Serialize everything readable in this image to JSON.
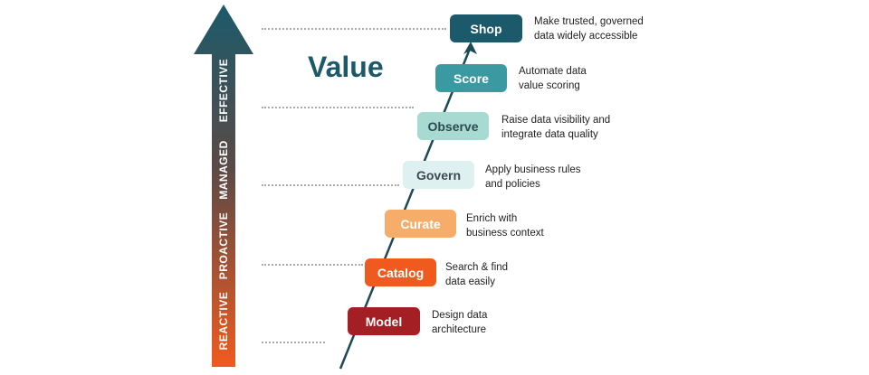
{
  "title": "Value",
  "stages": [
    {
      "label": "REACTIVE"
    },
    {
      "label": "PROACTIVE"
    },
    {
      "label": "MANAGED"
    },
    {
      "label": "EFFECTIVE"
    }
  ],
  "steps": [
    {
      "label": "Model",
      "color": "#a31f24",
      "text_color": "#ffffff",
      "desc1": "Design data",
      "desc2": "architecture"
    },
    {
      "label": "Catalog",
      "color": "#f05a1f",
      "text_color": "#ffffff",
      "desc1": "Search & find",
      "desc2": "data easily"
    },
    {
      "label": "Curate",
      "color": "#f7ad6a",
      "text_color": "#ffffff",
      "desc1": "Enrich with",
      "desc2": "business context"
    },
    {
      "label": "Govern",
      "color": "#dff0f0",
      "text_color": "#3c4a4e",
      "desc1": "Apply business rules",
      "desc2": "and policies"
    },
    {
      "label": "Observe",
      "color": "#a7dbd2",
      "text_color": "#2d4a50",
      "desc1": "Raise data visibility and",
      "desc2": "integrate data quality"
    },
    {
      "label": "Score",
      "color": "#3b9aa1",
      "text_color": "#ffffff",
      "desc1": "Automate data",
      "desc2": "value scoring"
    },
    {
      "label": "Shop",
      "color": "#1c5a6b",
      "text_color": "#ffffff",
      "desc1": "Make trusted, governed",
      "desc2": "data widely accessible"
    }
  ],
  "colors": {
    "arrow_top": "#1c5a6b",
    "arrow_bottom": "#f05a1f",
    "line": "#1c4a57"
  }
}
